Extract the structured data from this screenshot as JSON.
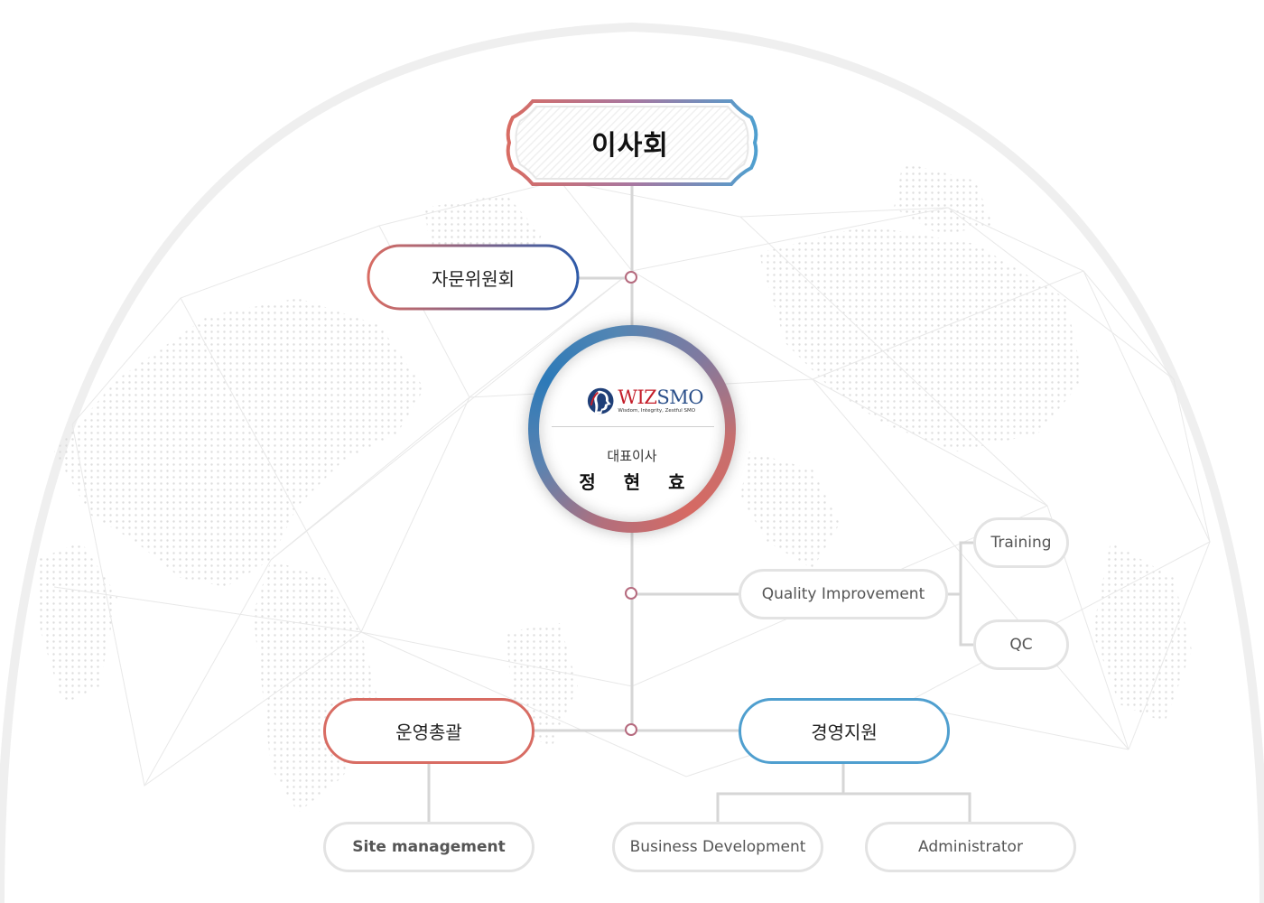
{
  "org": {
    "board": "이사회",
    "advisory": "자문위원회",
    "ceo": {
      "title": "대표이사",
      "name": "정 현 효"
    },
    "logo": {
      "brand_a": "WIZ",
      "brand_b": "SMO",
      "tagline": "Wisdom, Integrity, Zestful SMO"
    },
    "quality": {
      "label": "Quality Improvement",
      "children": [
        "Training",
        "QC"
      ]
    },
    "operations": {
      "label": "운영총괄",
      "children": [
        "Site management"
      ]
    },
    "management": {
      "label": "경영지원",
      "children": [
        "Business Development",
        "Administrator"
      ]
    }
  },
  "colors": {
    "red": "#d86c63",
    "blue": "#4f9fcf",
    "navy": "#2e5aa8",
    "line": "#d6d6d6"
  }
}
